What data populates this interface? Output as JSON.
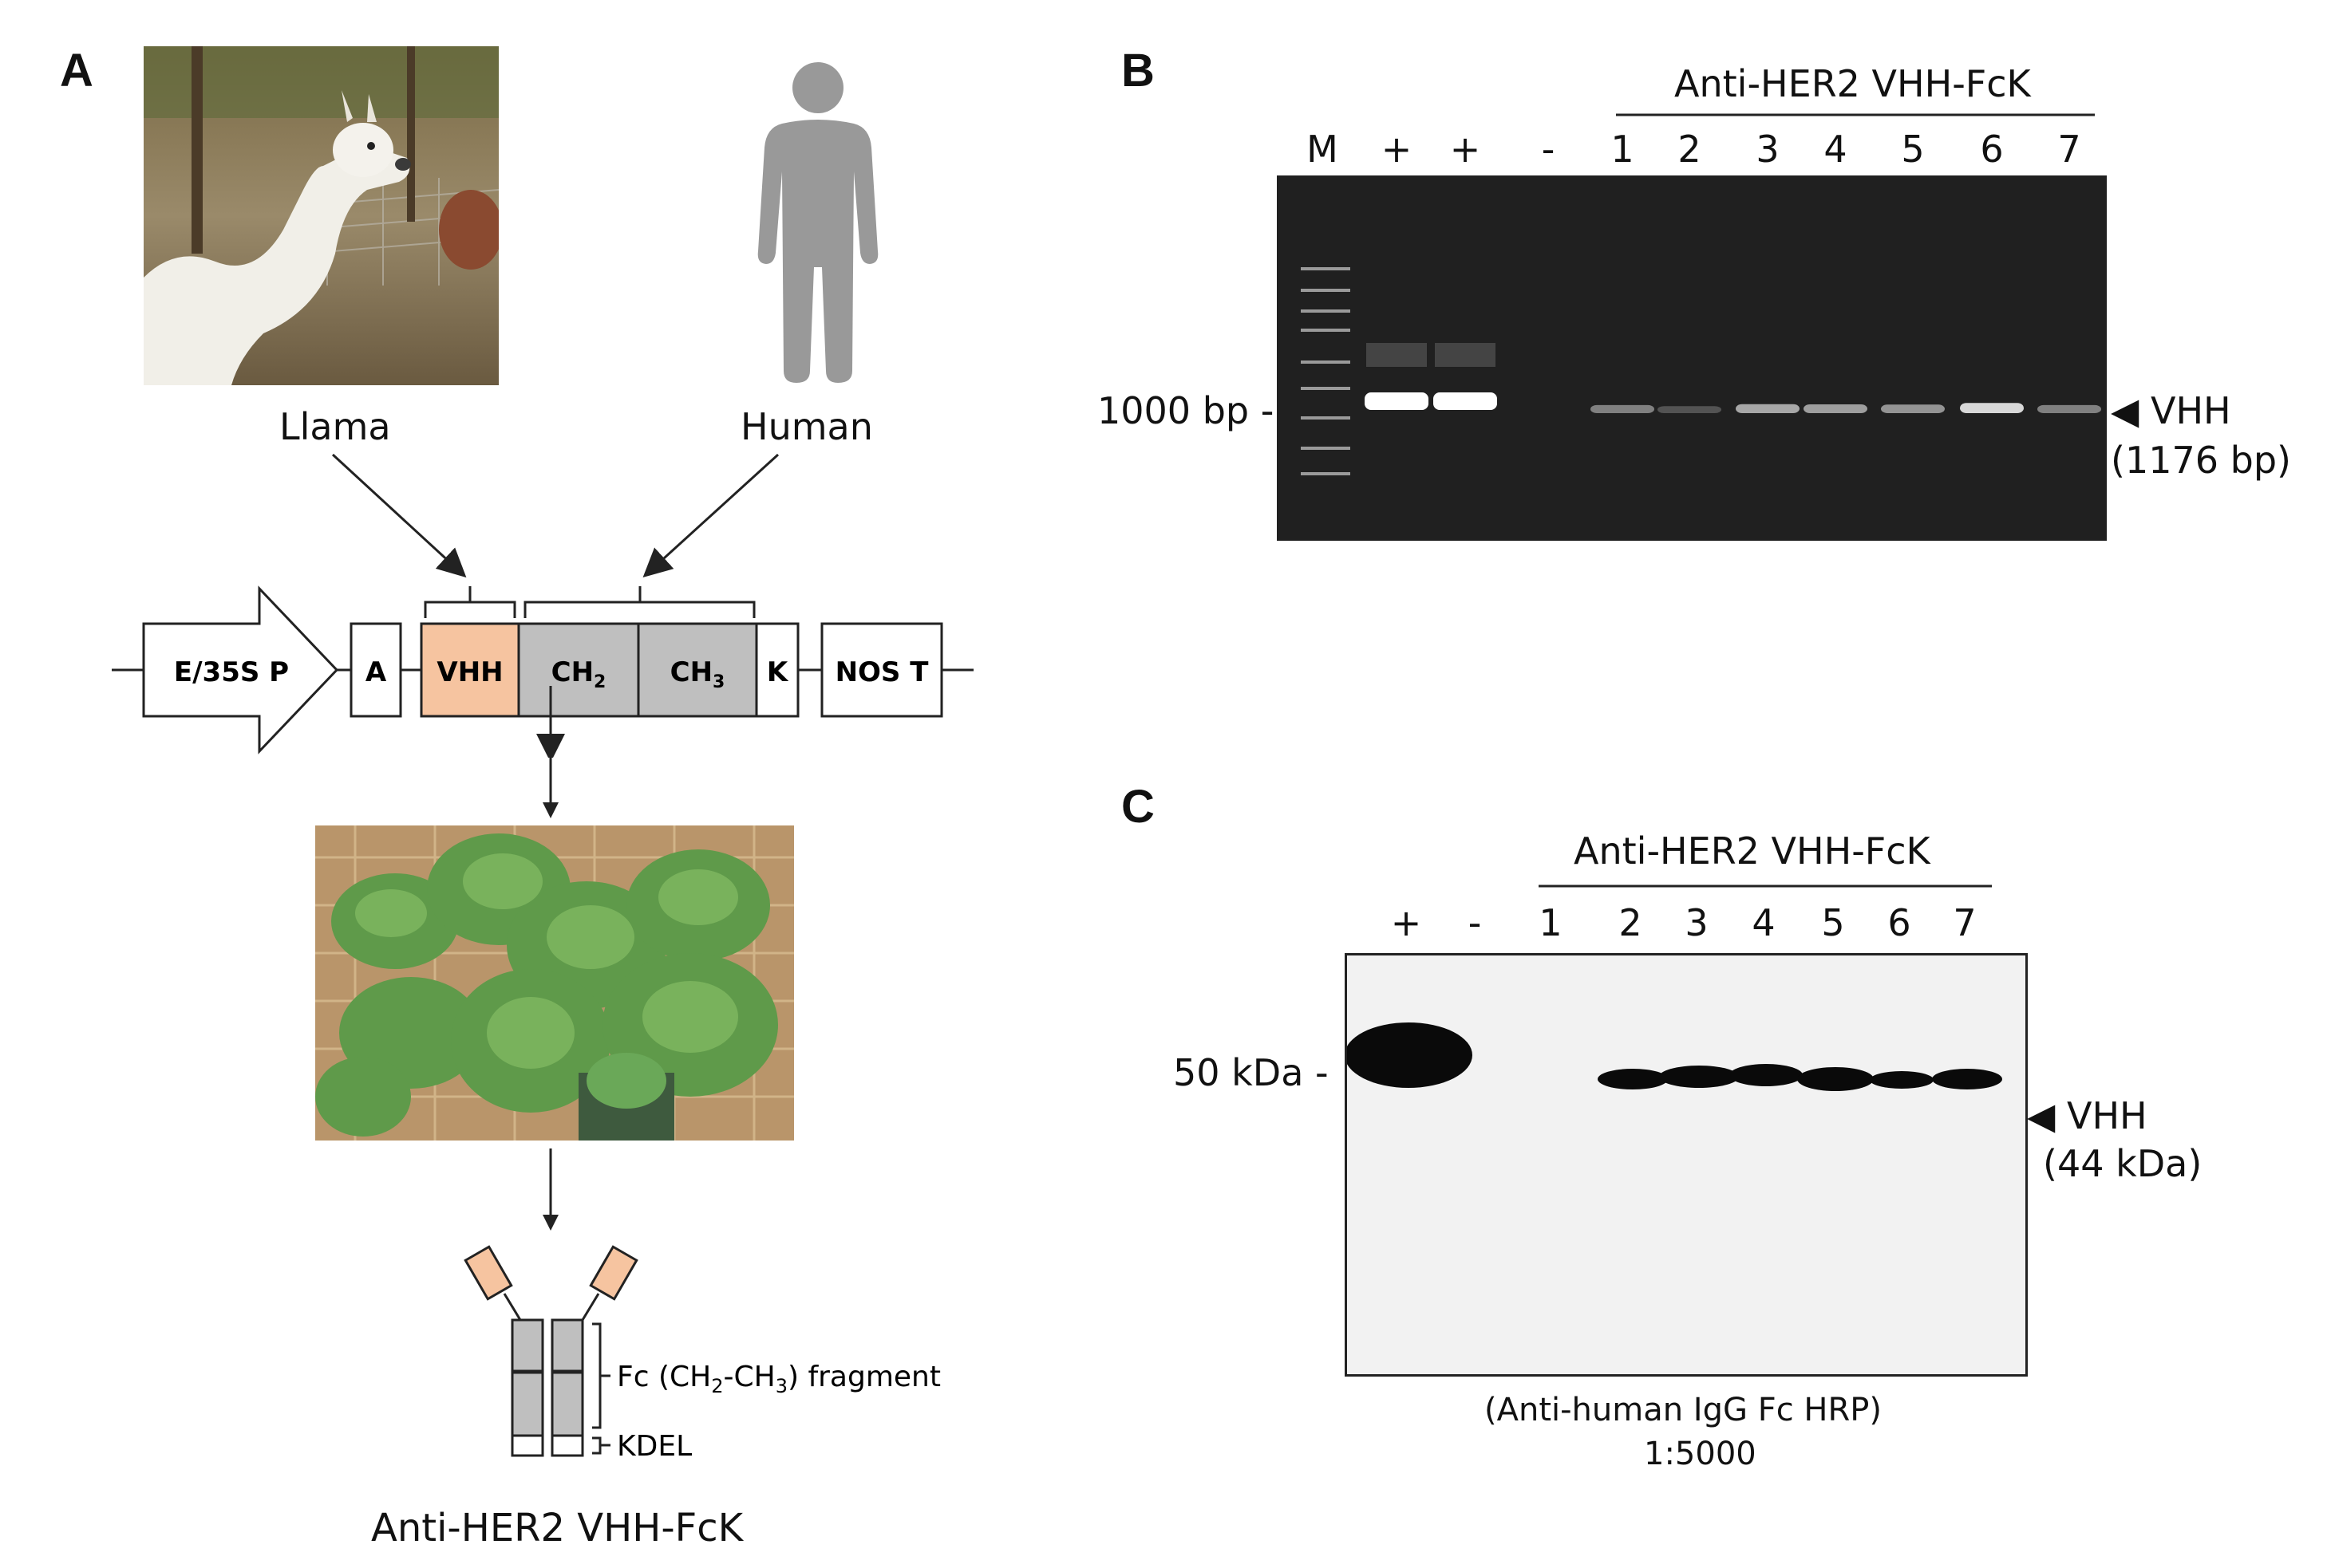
{
  "panel_a": {
    "letter": "A",
    "llama_label": "Llama",
    "human_label": "Human",
    "construct": {
      "promoter": "E/35S P",
      "a": "A",
      "vhh": "VHH",
      "ch2": "CH",
      "ch2_sub": "2",
      "ch3": "CH",
      "ch3_sub": "3",
      "k": "K",
      "terminator": "NOS T"
    },
    "fc_label_pre": "Fc (CH",
    "fc_sub1": "2",
    "fc_label_mid": "-CH",
    "fc_sub2": "3",
    "fc_label_post": ") fragment",
    "kdel_label": "KDEL",
    "product_label": "Anti-HER2 VHH-FcK",
    "colors": {
      "vhh": "#f6c4a0",
      "ch": "#bfbfbf",
      "arrow": "#222222"
    }
  },
  "panel_b": {
    "letter": "B",
    "group_label": "Anti-HER2 VHH-FcK",
    "lanes": [
      "M",
      "+",
      "+",
      "-",
      "1",
      "2",
      "3",
      "4",
      "5",
      "6",
      "7"
    ],
    "marker_label": "1000 bp -",
    "band_label": "VHH",
    "band_size": "(1176 bp)",
    "band_intensity": [
      0,
      1.0,
      1.0,
      0,
      0.35,
      0.12,
      0.55,
      0.5,
      0.45,
      0.8,
      0.35
    ]
  },
  "panel_c": {
    "letter": "C",
    "group_label": "Anti-HER2 VHH-FcK",
    "lanes": [
      "+",
      "-",
      "1",
      "2",
      "3",
      "4",
      "5",
      "6",
      "7"
    ],
    "marker_label": "50 kDa -",
    "band_label": "VHH",
    "band_size": "(44 kDa)",
    "antibody": "(Anti-human IgG Fc HRP)",
    "dilution": "1:5000"
  }
}
